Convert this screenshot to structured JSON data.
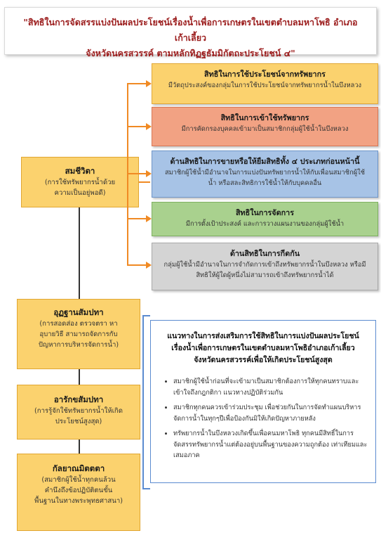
{
  "title": {
    "line1": "\"สิทธิในการจัดสรรแบ่งปันผลประโยชน์เรื่องน้ำเพื่อการเกษตรในเขตตำบลมหาโพธิ อำเภอเก้าเลี้ยว",
    "line2": "จังหวัดนครสวรรค์ ตามหลักทิฏฐธัมมิกัตถะประโยชน์ ๔\""
  },
  "left": [
    {
      "heading": "สมชีวิตา",
      "desc": [
        "(การใช้ทรัพยากรน้ำด้วย",
        "ความเป็นอยู่พอดี)"
      ]
    },
    {
      "heading": "อุฏฐานสัมปทา",
      "desc": [
        "(การสอดส่อง ตรวจตรา หา",
        "อุบายวิธี สามารถจัดการกับ",
        "ปัญหาการบริหารจัดการน้ำ)"
      ]
    },
    {
      "heading": "อารักขสัมปทา",
      "desc": [
        "(การรู้จักใช้ทรัพยากรน้ำให้เกิด",
        "ประโยชน์สูงสุด)"
      ]
    },
    {
      "heading": "กัลยาณมิตตตา",
      "desc": [
        "(สมาชิกผู้ใช้น้ำทุกคนล้วน",
        "คำนึงถึงข้อปฏิบัติตนขั้น",
        "พื้นฐานในทางพระพุทธศาสนา)"
      ]
    }
  ],
  "rights": [
    {
      "heading": "สิทธิในการใช้ประโยชน์จากทรัพยากร",
      "desc": [
        "มีวัตถุประสงค์ของกลุ่มในการใช้ประโยชน์จากทรัพยากรน้ำในบึงหลวง"
      ]
    },
    {
      "heading": "สิทธิในการเข้าใช้ทรัพยากร",
      "desc": [
        "มีการคัดกรองบุคคลเข้ามาเป็นสมาชิกกลุ่มผู้ใช้น้ำในบึงหลวง"
      ]
    },
    {
      "heading": "ด้านสิทธิในการขายหรือให้ยืมสิทธิทั้ง ๔ ประเภทก่อนหน้านี้",
      "desc": [
        "สมาชิกผู้ใช้น้ำมีอำนาจในการแบ่งปันทรัพยากรน้ำให้กับเพื่อนสมาชิกผู้ใช้",
        "น้ำ หรือสละสิทธิการใช้น้ำให้กับบุคคลอื่น"
      ]
    },
    {
      "heading": "สิทธิในการจัดการ",
      "desc": [
        "มีการตั้งเป้าประสงค์ และการวางแผนงานของกลุ่มผู้ใช้น้ำ"
      ]
    },
    {
      "heading": "ด้านสิทธิในการกีดกัน",
      "desc": [
        "กลุ่มผู้ใช้น้ำมีอำนาจในการจำกัดการเข้าถึงทรัพยากรน้ำในบึงหลวง หรือมี",
        "สิทธิให้ผู้ใดผู้หนึ่งไม่สามารถเข้าถึงทรัพยากรน้ำได้"
      ]
    }
  ],
  "panel": {
    "title": [
      "แนวทางในการส่งเสริมการใช้สิทธิในการแบ่งปันผลประโยชน์",
      "เรื่องน้ำเพื่อการเกษตรในเขตตำบลมหาโพธิอำเภอเก้าเลี้ยว",
      "จังหวัดนครสวรรค์เพื่อให้เกิดประโยชน์สูงสุด"
    ],
    "bullets": [
      "สมาชิกผู้ใช้น้ำก่อนที่จะเข้ามาเป็นสมาชิกต้องการให้ทุกคนทราบและเข้าใจถึงกฎกติกา แนวทางปฏิบัติร่วมกัน",
      "สมาชิกทุกคนควรเข้าร่วมประชุม เพื่อช่วยกันในการจัดทำแผนบริหารจัดการน้ำในทุกๆปีเพื่อป้องกันมิให้เกิดปัญหาภายหลัง",
      "ทรัพยากรน้ำในบึงหลวงเกิดขึ้นเพื่อคนมหาโพธิ ทุกคนมีสิทธิ์ในการจัดสรรทรัพยากรน้ำแต่ต้องอยู่บนพื้นฐานของความถูกต้อง เท่าเทียมและเสมอภาค"
    ]
  },
  "colors": {
    "title_text": "#9b1c1c",
    "orange_box": "#fbd26e",
    "salmon_box": "#f2a283",
    "blue_box": "#a7c3e6",
    "green_box": "#a9d18e",
    "gray_box": "#d4d4d4",
    "connector_orange": "#f08a24",
    "panel_border": "#5b8bd0"
  }
}
